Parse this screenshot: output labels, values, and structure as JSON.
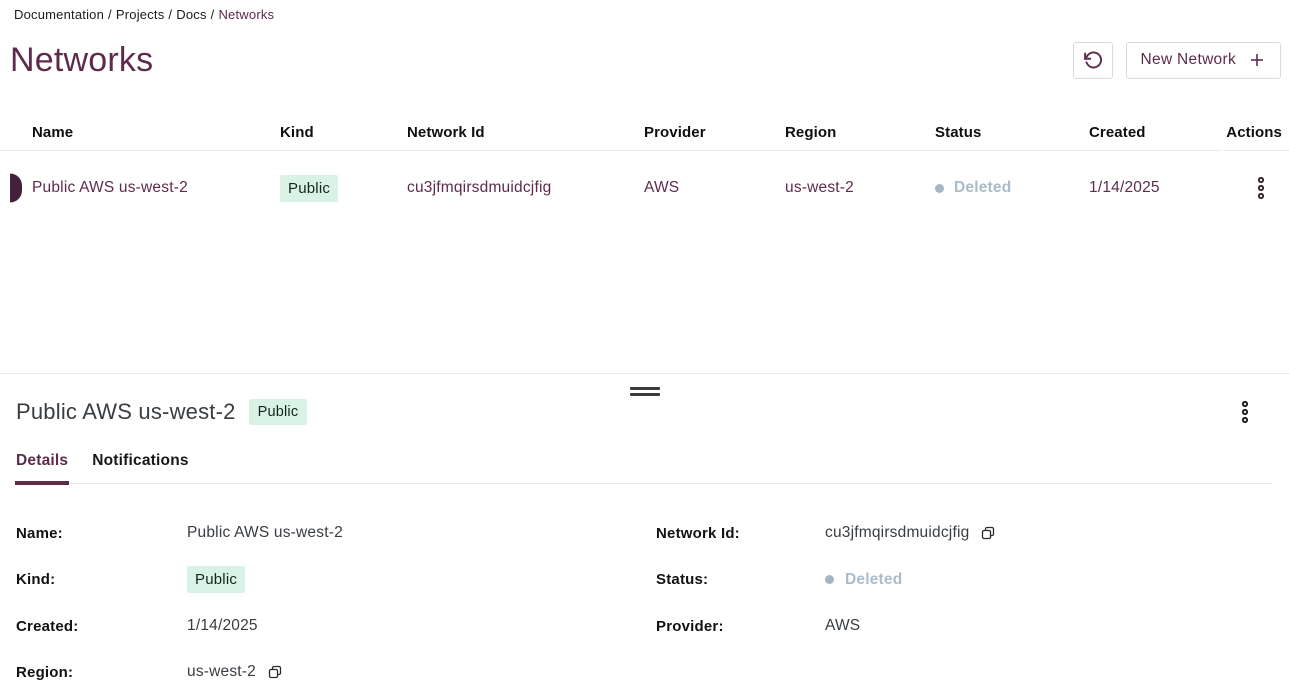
{
  "breadcrumb": {
    "separator": "/",
    "items": [
      "Documentation",
      "Projects",
      "Docs",
      "Networks"
    ]
  },
  "page": {
    "title": "Networks"
  },
  "toolbar": {
    "new_network_label": "New Network"
  },
  "colors": {
    "accent": "#5e2b4c",
    "row_indicator": "#45203a",
    "badge_bg": "#d9f2e6",
    "badge_text": "#14251c",
    "status_muted": "#aabccb",
    "border": "#e7ebee"
  },
  "table": {
    "columns": [
      "Name",
      "Kind",
      "Network Id",
      "Provider",
      "Region",
      "Status",
      "Created",
      "Actions"
    ],
    "rows": [
      {
        "name": "Public AWS us-west-2",
        "kind": "Public",
        "network_id": "cu3jfmqirsdmuidcjfig",
        "provider": "AWS",
        "region": "us-west-2",
        "status": "Deleted",
        "created": "1/14/2025"
      }
    ]
  },
  "drawer": {
    "title": "Public AWS us-west-2",
    "badge": "Public",
    "tabs": [
      {
        "label": "Details"
      },
      {
        "label": "Notifications"
      }
    ],
    "details": {
      "name_label": "Name:",
      "name_value": "Public AWS us-west-2",
      "network_id_label": "Network Id:",
      "network_id_value": "cu3jfmqirsdmuidcjfig",
      "kind_label": "Kind:",
      "kind_value": "Public",
      "status_label": "Status:",
      "status_value": "Deleted",
      "created_label": "Created:",
      "created_value": "1/14/2025",
      "provider_label": "Provider:",
      "provider_value": "AWS",
      "region_label": "Region:",
      "region_value": "us-west-2"
    }
  }
}
